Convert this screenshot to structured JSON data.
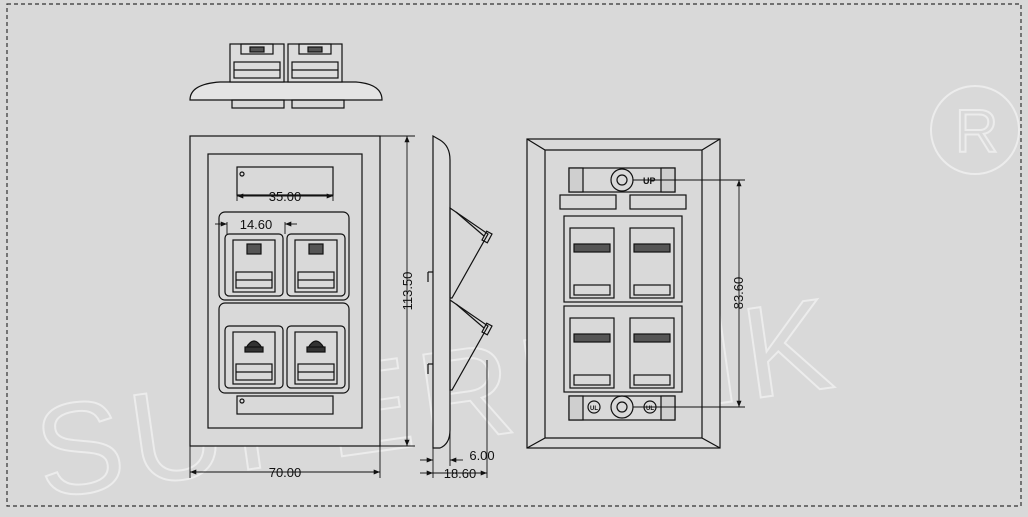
{
  "drawing": {
    "watermark": "SUPERLINK",
    "watermark_mark": "®",
    "label_blank": "",
    "dimensions": {
      "plate_width": "70.00",
      "plate_height": "113.50",
      "window_width": "35.00",
      "jack_pitch": "14.60",
      "depth_face": "6.00",
      "depth_total": "18.60",
      "mount_spacing": "83.60"
    },
    "rear_marks": {
      "top": "UP",
      "bottom_left": "UL",
      "bottom_right": "UL"
    }
  },
  "colors": {
    "background": "#d9d9d9",
    "line": "#111111",
    "border": "#333333"
  }
}
